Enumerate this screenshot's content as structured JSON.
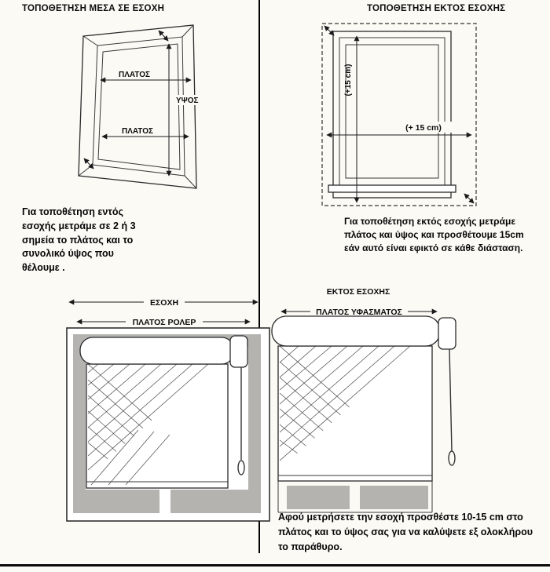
{
  "inside": {
    "title": "ΤΟΠΟΘΕΤΗΣΗ ΜΕΣΑ ΣΕ ΕΣΟΧΗ",
    "width_label_top": "ΠΛΑΤΟΣ",
    "height_label": "ΥΨΟΣ",
    "width_label_bottom": "ΠΛΑΤΟΣ",
    "caption": "Για τοποθέτηση εντός εσοχής μετράμε σε 2 ή 3 σημεία το πλάτος και το συνολικό ύψος που θέλουμε ."
  },
  "outside": {
    "title": "ΤΟΠΟΘΕΤΗΣΗ ΕΚΤΟΣ ΕΣΟΧΗΣ",
    "height_add_label": "(+15 cm)",
    "width_add_label": "(+ 15 cm)",
    "caption": "Για τοποθέτηση εκτός εσοχής μετράμε πλάτος και ύψος και προσθέτουμε 15cm εάν αυτό είναι εφικτό σε κάθε διάσταση."
  },
  "recess_roller": {
    "recess_label": "ΕΣΟΧΗ",
    "roller_width_label": "ΠΛΑΤΟΣ ΡΟΛΕΡ"
  },
  "outside_roller": {
    "title": "ΕΚΤΟΣ ΕΣΟΧΗΣ",
    "fabric_width_label": "ΠΛΑΤΟΣ ΥΦΑΣΜΑΤΟΣ",
    "caption": "Αφού μετρήσετε την εσοχή προσθέστε 10-15 cm στο πλάτος και το ύψος σας για να καλύψετε εξ ολοκλήρου το παράθυρο."
  }
}
